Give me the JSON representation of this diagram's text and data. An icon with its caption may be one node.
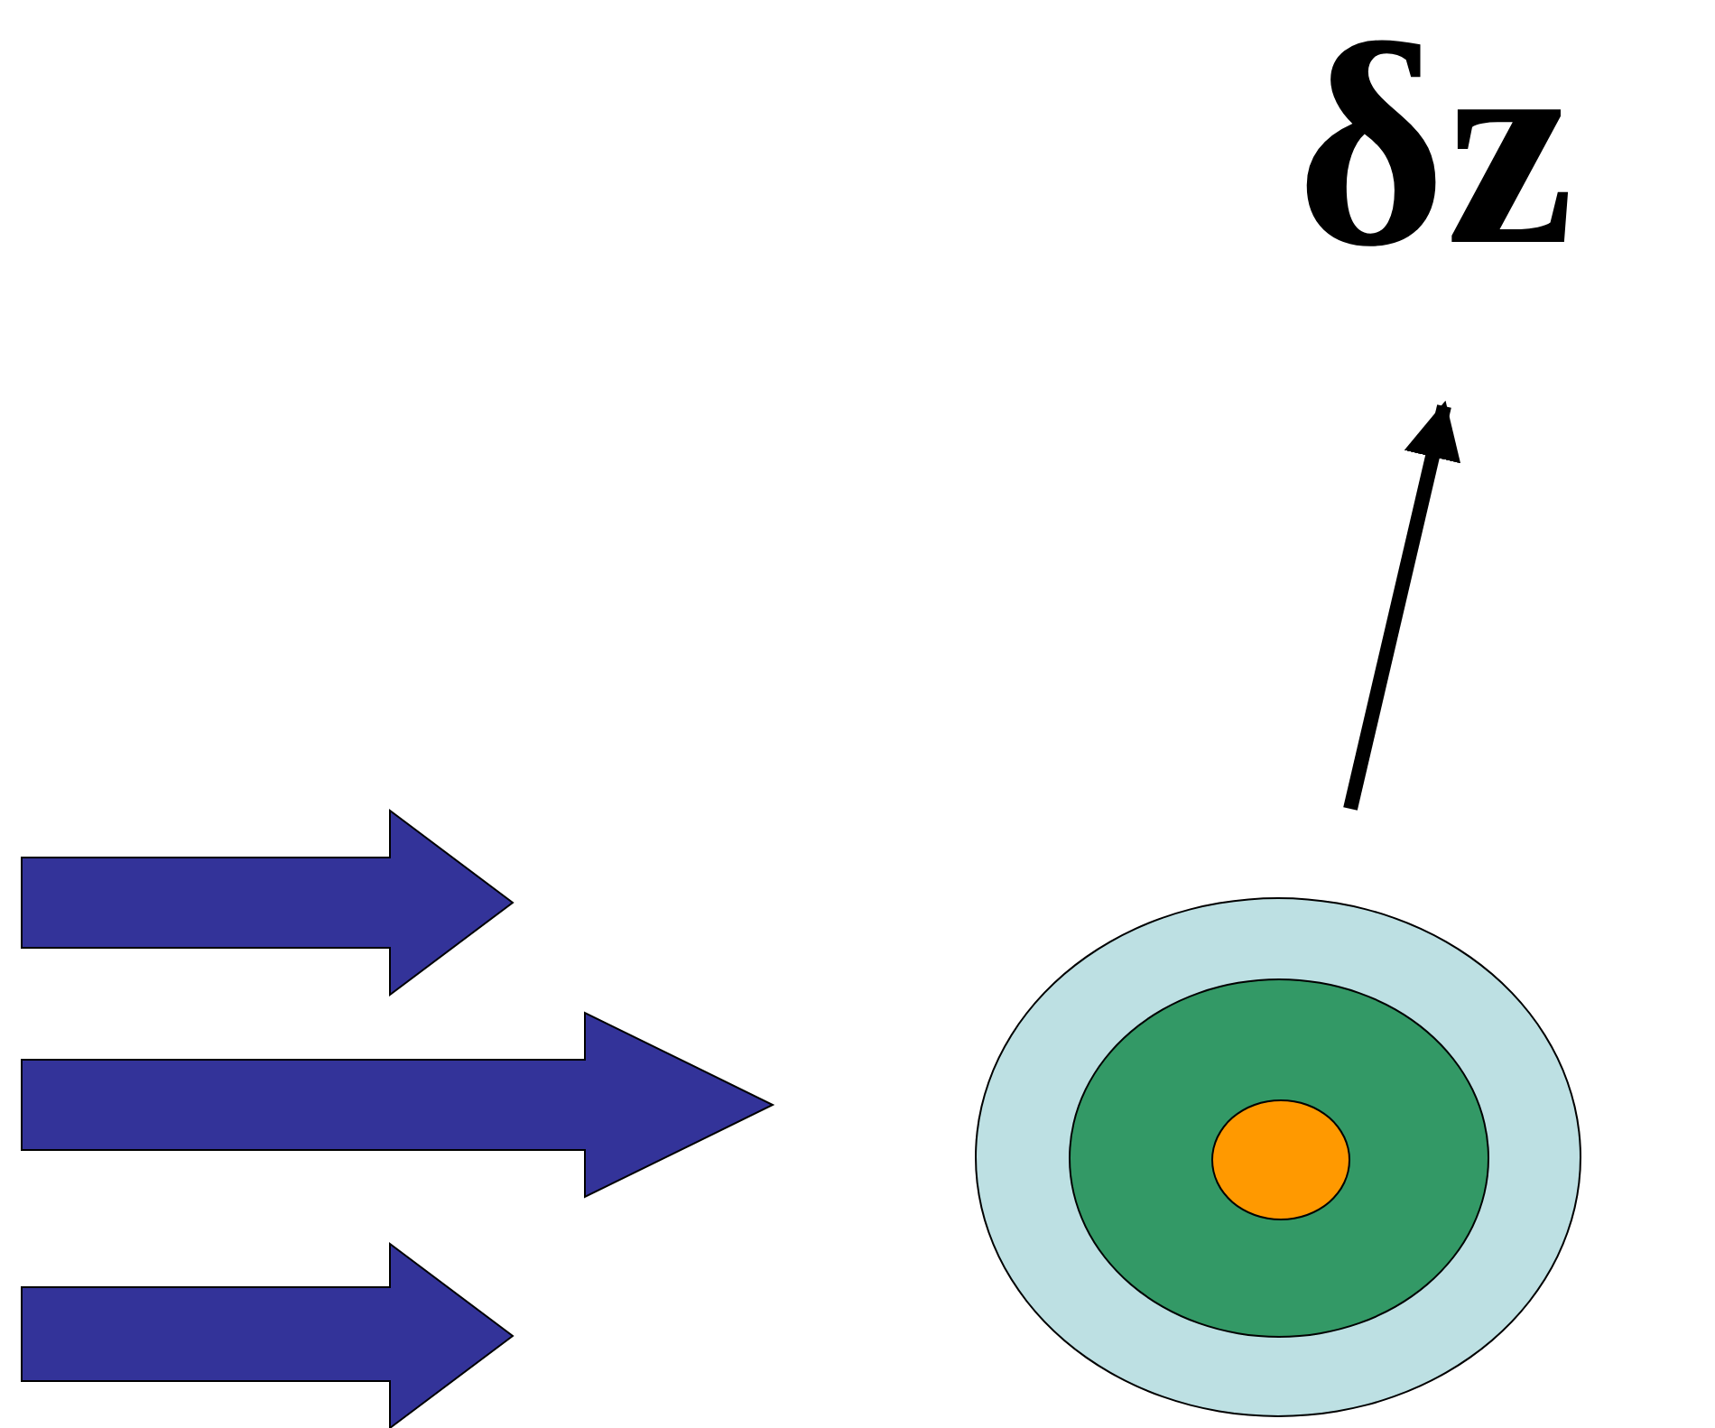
{
  "diagram": {
    "nodes": [
      {
        "text": [],
        "shape": "circle"
      },
      {
        "text": [],
        "shape": "circle",
        "in": 0
      },
      {
        "text": [],
        "shape": "circle",
        "in": 1
      },
      {
        "text": [
          "δz"
        ]
      }
    ],
    "edges": [
      {
        "from": null,
        "to": 3,
        "arrow": "to"
      }
    ]
  }
}
